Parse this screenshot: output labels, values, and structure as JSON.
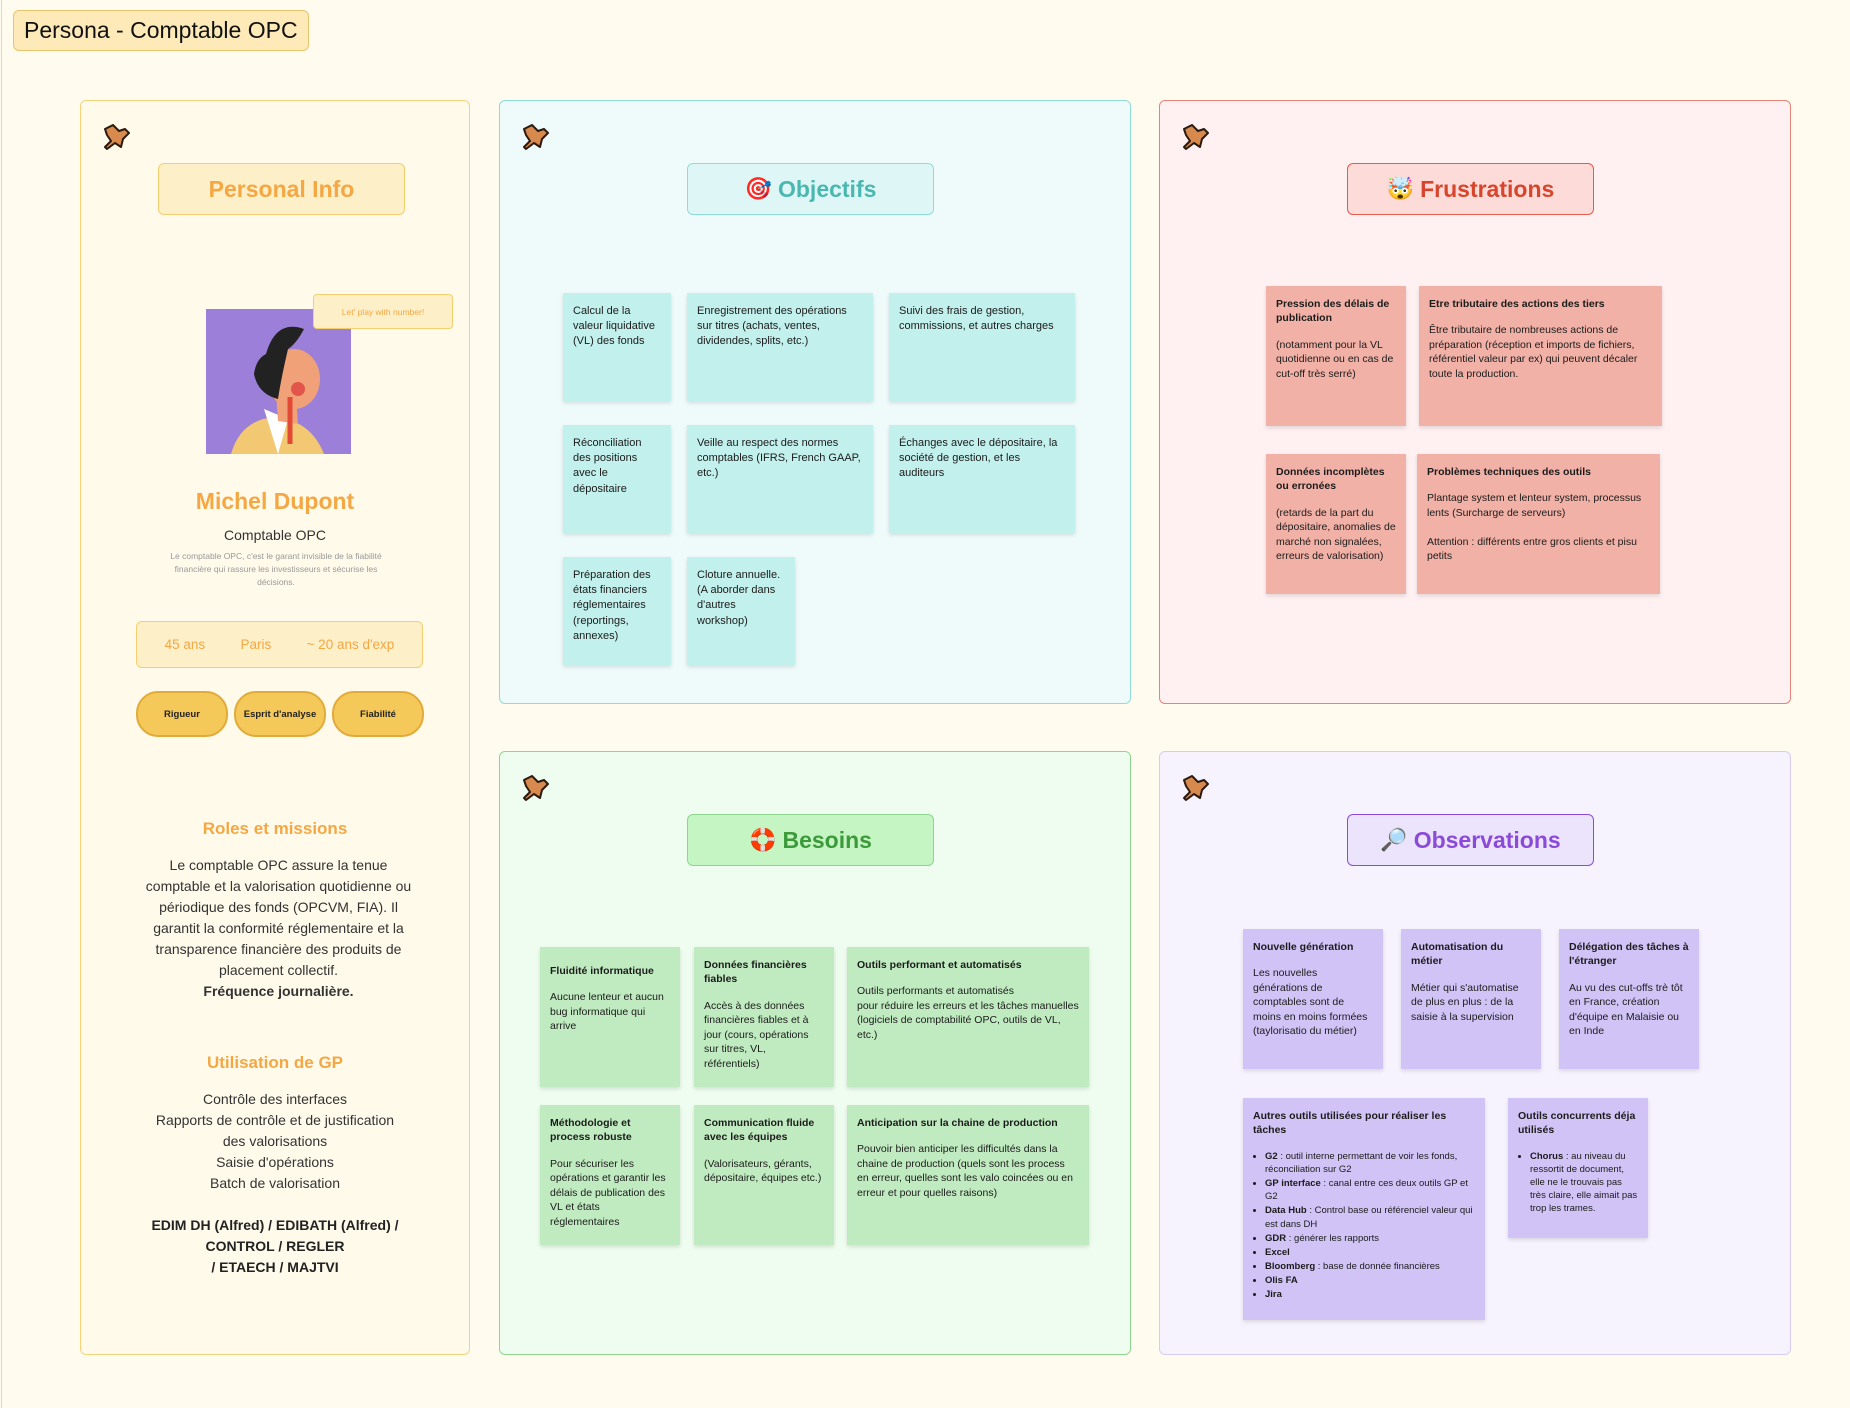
{
  "page_title": "Persona - Comptable OPC",
  "icons": {
    "pin": "pin-icon",
    "target": "target-icon",
    "frustration": "exploding-head-icon",
    "needs": "lifebuoy-icon",
    "observations": "magnifier-icon"
  },
  "colors": {
    "personal": "#f4a743",
    "objectives": "#4ab8b0",
    "frustrations": "#d6452c",
    "needs": "#3c9a3a",
    "observations": "#8b4bd8"
  },
  "personal": {
    "heading": "Personal Info",
    "bubble": "Let' play with number!",
    "name": "Michel Dupont",
    "role": "Comptable OPC",
    "tagline": "Le comptable OPC, c'est le garant invisible de la fiabilité financière qui rassure les investisseurs et sécurise les décisions.",
    "stats": [
      "45 ans",
      "Paris",
      "~ 20 ans d'exp"
    ],
    "traits": [
      "Rigueur",
      "Esprit d'analyse",
      "Fiabilité"
    ],
    "roles_title": "Roles et missions",
    "roles_text": "Le comptable OPC assure la tenue comptable et la valorisation quotidienne ou périodique des fonds (OPCVM, FIA). Il garantit la conformité réglementaire et la transparence financière des produits de placement collectif.",
    "roles_bold": "Fréquence journalière.",
    "gp_title": "Utilisation de GP",
    "gp_lines": [
      "Contrôle des interfaces",
      "Rapports de contrôle et de justification",
      "des valorisations",
      "Saisie d'opérations",
      "Batch de valorisation"
    ],
    "gp_tools": [
      "EDIM DH (Alfred) / EDIBATH (Alfred) /",
      "CONTROL / REGLER",
      "/ ETAECH / MAJTVI"
    ]
  },
  "objectives": {
    "heading": "Objectifs",
    "notes": [
      "Calcul de la\nvaleur liquidative\n(VL) des fonds",
      "Enregistrement des opérations\nsur titres (achats, ventes,\ndividendes, splits, etc.)",
      "Suivi des frais de gestion,\ncommissions, et autres charges",
      "Réconciliation\ndes positions\navec le\ndépositaire",
      "Veille au respect des normes\ncomptables (IFRS, French GAAP,\netc.)",
      "Échanges avec le dépositaire, la\nsociété de gestion, et les\nauditeurs",
      "Préparation des\nétats financiers\nréglementaires\n(reportings,\nannexes)",
      "Cloture annuelle.\n(A aborder dans\nd'autres\nworkshop)"
    ]
  },
  "frustrations": {
    "heading": "Frustrations",
    "notes": [
      {
        "title": "Pression des délais de publication",
        "body": "(notamment pour la VL quotidienne ou en cas de cut-off très serré)"
      },
      {
        "title": "Etre tributaire des actions des tiers",
        "body": "Être tributaire de nombreuses actions de préparation (réception et imports de fichiers, référentiel valeur par ex) qui peuvent décaler toute la production."
      },
      {
        "title": "Données incomplètes ou erronées",
        "body": "(retards de la part du dépositaire, anomalies de marché non signalées, erreurs de valorisation)"
      },
      {
        "title": "Problèmes techniques des outils",
        "body": "Plantage system et lenteur system, processus lents (Surcharge de serveurs)\n\nAttention : différents entre gros clients et pisu petits"
      }
    ]
  },
  "needs": {
    "heading": "Besoins",
    "notes": [
      {
        "title": "Fluidité informatique",
        "body": "Aucune lenteur et aucun bug informatique qui arrive"
      },
      {
        "title": "Données financières fiables",
        "body": "Accès à des données financières fiables et à jour (cours, opérations sur titres, VL, référentiels)"
      },
      {
        "title": "Outils performant et automatisés",
        "body": "Outils performants et automatisés\npour réduire les erreurs et les tâches manuelles (logiciels de comptabilité OPC, outils de VL, etc.)"
      },
      {
        "title": "Méthodologie et process robuste",
        "body": "Pour sécuriser les opérations et garantir les délais de publication des VL et états réglementaires"
      },
      {
        "title": "Communication fluide avec les équipes",
        "body": "(Valorisateurs, gérants, dépositaire, équipes etc.)"
      },
      {
        "title": "Anticipation sur la chaine de production",
        "body": "Pouvoir bien anticiper les difficultés dans la chaine de production (quels sont les process en erreur, quelles sont les valo coincées ou en erreur et pour quelles raisons)"
      }
    ]
  },
  "observations": {
    "heading": "Observations",
    "notes": [
      {
        "title": "Nouvelle génération",
        "body": "Les nouvelles générations de comptables sont de moins en moins formées (taylorisatio du métier)"
      },
      {
        "title": "Automatisation du métier",
        "body": "Métier qui s'automatise de plus en plus : de la saisie à la supervision"
      },
      {
        "title": "Délégation des tâches à l'étranger",
        "body": "Au vu des cut-offs trè tôt en France, création d'équipe en Malaisie ou en Inde"
      }
    ],
    "tools_title": "Autres outils utilisées pour réaliser les tâches",
    "tools": [
      {
        "name": "G2",
        "desc": " : outil interne permettant de voir les fonds, réconciliation sur G2"
      },
      {
        "name": "GP interface",
        "desc": " : canal entre ces deux outils GP et G2"
      },
      {
        "name": "Data Hub",
        "desc": " : Control base ou référenciel valeur qui est dans DH"
      },
      {
        "name": "GDR",
        "desc": " : générer les rapports"
      },
      {
        "name": "Excel",
        "desc": ""
      },
      {
        "name": "Bloomberg",
        "desc": " : base de donnée financières"
      },
      {
        "name": "Olis FA",
        "desc": ""
      },
      {
        "name": "Jira",
        "desc": ""
      }
    ],
    "competitors_title": "Outils concurrents déja utilisés",
    "competitors": [
      {
        "name": "Chorus",
        "desc": " : au niveau du ressortit de document, elle ne le trouvais pas très claire, elle aimait pas trop les trames."
      }
    ]
  }
}
